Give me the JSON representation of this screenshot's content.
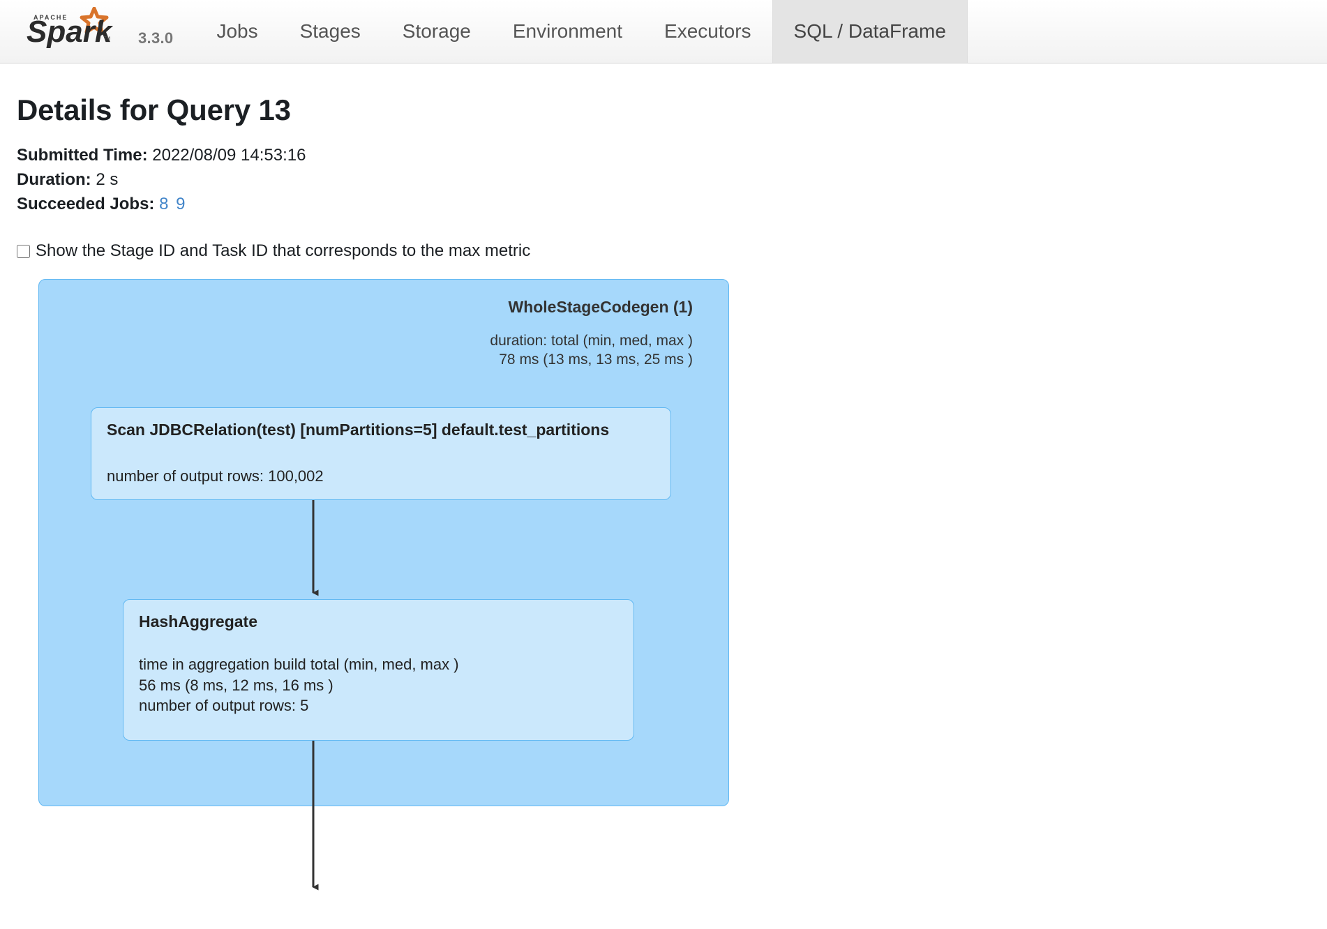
{
  "navbar": {
    "brand_name": "Apache Spark",
    "version": "3.3.0",
    "tabs": [
      {
        "label": "Jobs",
        "active": false
      },
      {
        "label": "Stages",
        "active": false
      },
      {
        "label": "Storage",
        "active": false
      },
      {
        "label": "Environment",
        "active": false
      },
      {
        "label": "Executors",
        "active": false
      },
      {
        "label": "SQL / DataFrame",
        "active": true
      }
    ]
  },
  "page": {
    "title": "Details for Query 13",
    "meta": {
      "submitted_time_label": "Submitted Time:",
      "submitted_time_value": "2022/08/09 14:53:16",
      "duration_label": "Duration:",
      "duration_value": "2 s",
      "succeeded_jobs_label": "Succeeded Jobs:",
      "succeeded_jobs": [
        "8",
        "9"
      ]
    },
    "checkbox": {
      "label": "Show the Stage ID and Task ID that corresponds to the max metric",
      "checked": false
    }
  },
  "plan": {
    "cluster": {
      "title": "WholeStageCodegen (1)",
      "metric_label": "duration: total (min, med, max )",
      "metric_value": "78 ms (13 ms, 13 ms, 25 ms )"
    },
    "nodes": [
      {
        "id": "scan",
        "title": "Scan JDBCRelation(test) [numPartitions=5] default.test_partitions",
        "metrics": [
          "number of output rows: 100,002"
        ]
      },
      {
        "id": "hashaggregate",
        "title": "HashAggregate",
        "metrics": [
          "time in aggregation build total (min, med, max )",
          "56 ms (8 ms, 12 ms, 16 ms )",
          "number of output rows: 5"
        ]
      }
    ]
  },
  "colors": {
    "cluster_fill": "#a6d8fb",
    "node_fill": "#cbe8fc",
    "node_border": "#61b8f2",
    "link_blue": "#4285c9",
    "active_tab_bg": "#e4e4e4",
    "edge_stroke": "#333333"
  }
}
